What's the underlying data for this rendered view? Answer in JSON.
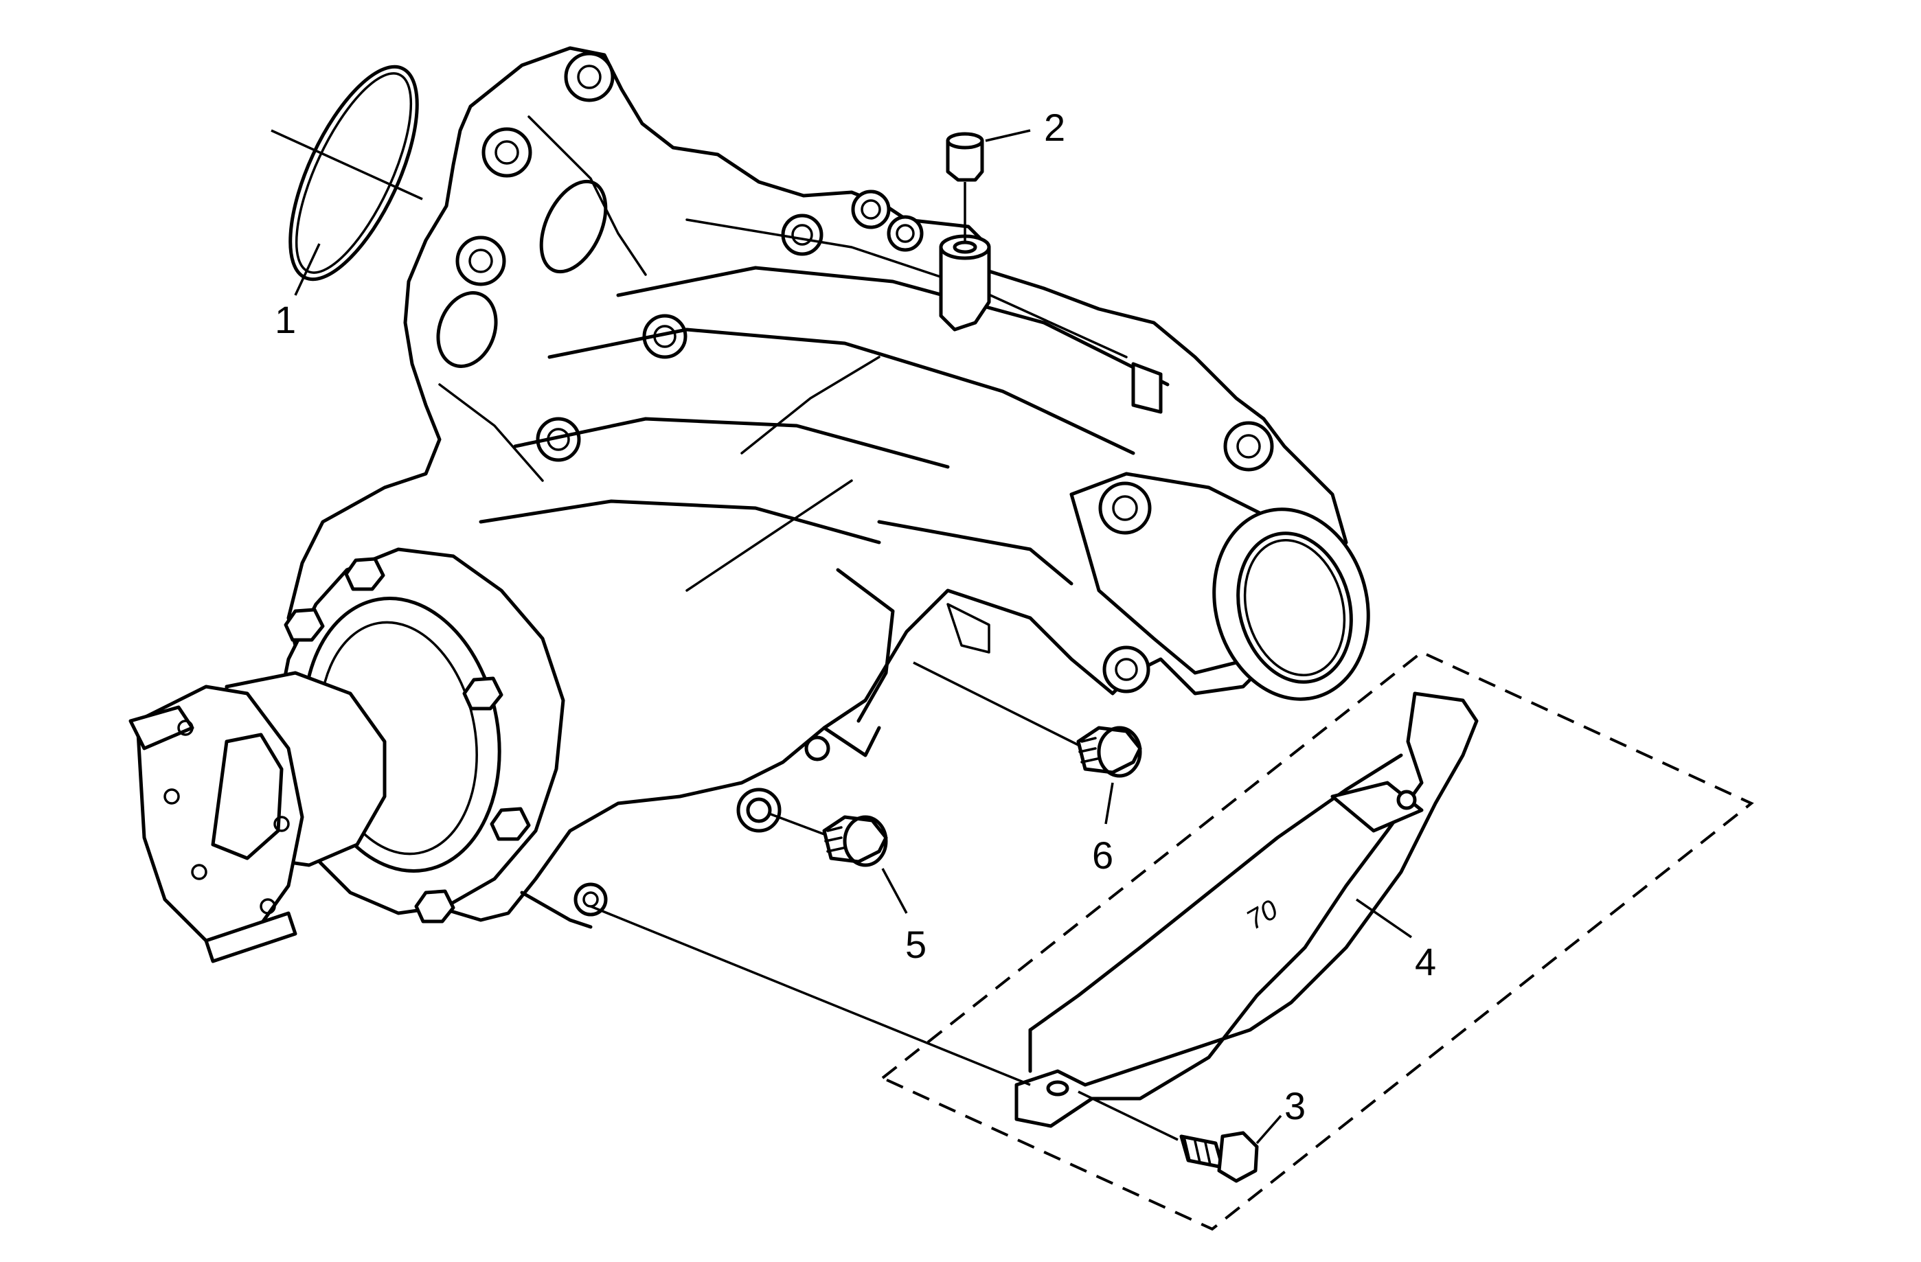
{
  "diagram": {
    "callouts": {
      "c1": "1",
      "c2": "2",
      "c3": "3",
      "c4": "4",
      "c5": "5",
      "c6": "6"
    },
    "part_marking": "70"
  }
}
